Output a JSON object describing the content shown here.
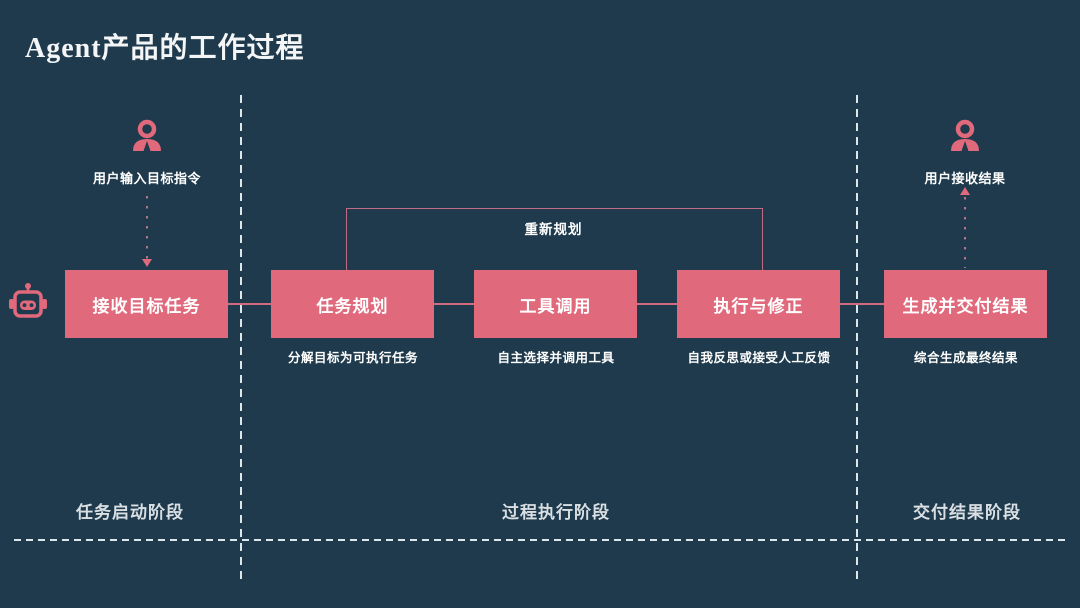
{
  "title": "Agent产品的工作过程",
  "actors": {
    "input_user": "用户输入目标指令",
    "output_user": "用户接收结果"
  },
  "nodes": [
    {
      "label": "接收目标任务",
      "sublabel": ""
    },
    {
      "label": "任务规划",
      "sublabel": "分解目标为可执行任务"
    },
    {
      "label": "工具调用",
      "sublabel": "自主选择并调用工具"
    },
    {
      "label": "执行与修正",
      "sublabel": "自我反思或接受人工反馈"
    },
    {
      "label": "生成并交付结果",
      "sublabel": "综合生成最终结果"
    }
  ],
  "loop_label": "重新规划",
  "stages": [
    "任务启动阶段",
    "过程执行阶段",
    "交付结果阶段"
  ],
  "icons": {
    "agent": "robot-icon",
    "input_user": "user-icon",
    "output_user": "user-icon"
  },
  "colors": {
    "background": "#1E3A4C",
    "accent_pink": "#E0697C",
    "connector": "#D26A80",
    "loop_line": "#C06C86",
    "dash_line": "#DCE7EB",
    "stage_text": "#D9DFE3"
  }
}
